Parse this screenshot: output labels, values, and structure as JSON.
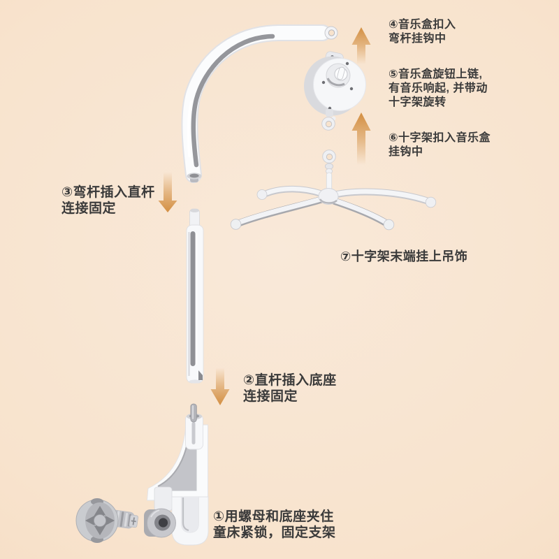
{
  "theme": {
    "background": "#f8e3cd",
    "background_light": "#f9e9d9",
    "background_dark": "#f3d9bd",
    "text": "#3a3a3a",
    "arrow": "#d38f42"
  },
  "steps": [
    {
      "id": "1",
      "lines": [
        "①用螺母和底座夹住",
        "童床紧锁，固定支架"
      ]
    },
    {
      "id": "2",
      "lines": [
        "②直杆插入底座",
        "连接固定"
      ]
    },
    {
      "id": "3",
      "lines": [
        "③弯杆插入直杆",
        "连接固定"
      ]
    },
    {
      "id": "4",
      "lines": [
        "④音乐盒扣入",
        "弯杆挂钩中"
      ]
    },
    {
      "id": "5",
      "lines": [
        "⑤音乐盒旋钮上链,",
        "有音乐响起, 并带动",
        "十字架旋转"
      ]
    },
    {
      "id": "6",
      "lines": [
        "⑥十字架扣入音乐盒",
        "挂钩中"
      ]
    },
    {
      "id": "7",
      "lines": [
        "⑦十字架末端挂上吊饰"
      ]
    }
  ]
}
